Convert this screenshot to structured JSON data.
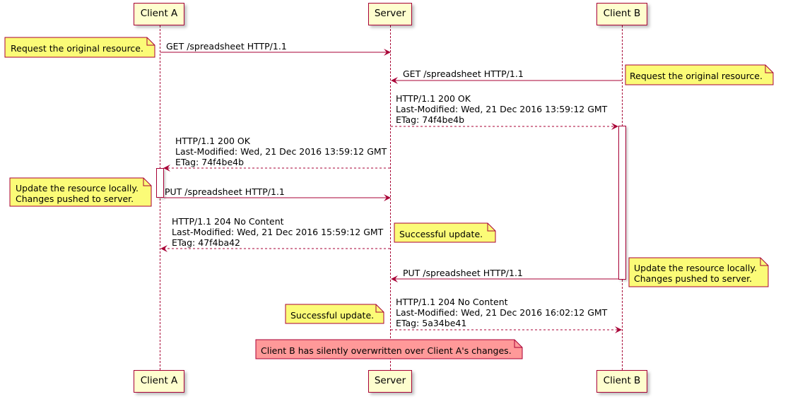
{
  "participants": {
    "client_a": "Client A",
    "server": "Server",
    "client_b": "Client B"
  },
  "messages": {
    "m1": [
      "GET /spreadsheet HTTP/1.1"
    ],
    "m2": [
      "GET /spreadsheet HTTP/1.1"
    ],
    "m3": [
      "HTTP/1.1 200 OK",
      "Last-Modified: Wed, 21 Dec 2016 13:59:12 GMT",
      "ETag: 74f4be4b"
    ],
    "m4": [
      "HTTP/1.1 200 OK",
      "Last-Modified: Wed, 21 Dec 2016 13:59:12 GMT",
      "ETag: 74f4be4b"
    ],
    "m5": [
      "PUT /spreadsheet HTTP/1.1"
    ],
    "m6": [
      "HTTP/1.1 204 No Content",
      "Last-Modified: Wed, 21 Dec 2016 15:59:12 GMT",
      "ETag: 47f4ba42"
    ],
    "m7": [
      "PUT /spreadsheet HTTP/1.1"
    ],
    "m8": [
      "HTTP/1.1 204 No Content",
      "Last-Modified: Wed, 21 Dec 2016 16:02:12 GMT",
      "ETag: 5a34be41"
    ]
  },
  "notes": {
    "n1": [
      "Request the original resource."
    ],
    "n2": [
      "Request the original resource."
    ],
    "n3": [
      "Update the resource locally.",
      "Changes pushed to server."
    ],
    "n4": [
      "Successful update."
    ],
    "n5": [
      "Update the resource locally.",
      "Changes pushed to server."
    ],
    "n6": [
      "Successful update."
    ],
    "n7": [
      "Client B has silently overwritten over Client A's changes."
    ]
  },
  "colors": {
    "line": "#a80036",
    "participant_fill": "#fefece",
    "note_fill": "#fbfb77",
    "warning_note_fill": "#ff9999"
  }
}
